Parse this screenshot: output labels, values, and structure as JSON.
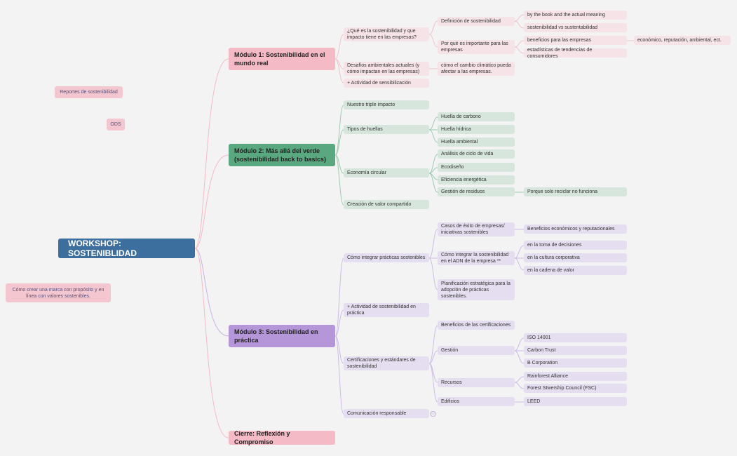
{
  "root": "WORKSHOP: SOSTENIBLIDAD",
  "floating": {
    "reportes": "Reportes de sostenibilidad",
    "ods": "ODS",
    "marca": "Cómo crear una marca con propósito y en línea con valores sostenibles."
  },
  "m1": {
    "title": "Módulo 1: Sostenibilidad en el mundo real",
    "q1": "¿Qué es la sostenibilidad y que impacto tiene en las empresas?",
    "def": "Definición de sostenibilidad",
    "book": "by the book and the actual meaning",
    "vs": "sostenibilidad vs sustentabilidad",
    "porque": "Por qué es importante para las empresas",
    "beneficios": "beneficios para las empresas",
    "eco": "económico, reputación, ambiental, ect.",
    "estad": "estadísticas de tendencias de consumidores",
    "desafios": "Desafíos ambientales actuales (y cómo impactan en las empresas)",
    "cambio": "cómo el cambio climático pueda afectar a las empresas.",
    "actividad": "+ Actividad de sensibilización"
  },
  "m2": {
    "title": "Módulo 2: Más allá del verde (sostenibilidad back to basics)",
    "triple": "Nuestro triple impacto",
    "tipos": "Tipos de huellas",
    "carbono": "Huella de carbono",
    "hidrica": "Huella hídrica",
    "ambiental": "Huella ambiental",
    "economia": "Economía circular",
    "ciclo": "Análisis de ciclo de vida",
    "ecodiseno": "Ecodiseño",
    "eficiencia": "Eficiencia energética",
    "residuos": "Gestión de residuos",
    "reciclar": "Porque solo reciclar no funciona",
    "valor": "Creación de valor compartido"
  },
  "m3": {
    "title": "Módulo 3: Sostenibilidad en práctica",
    "integrar": "Cómo integrar prácticas sostenibles",
    "casos": "Casos de éxito de empresas/ iniciativas sostenibles",
    "beneficios_eco": "Beneficios económicos y reputacionales",
    "adn": "Cómo integrar la sostenibilidad en el ADN de la empresa **",
    "decisiones": "en la toma de decisiones",
    "cultura": "en la cultura corporativa",
    "cadena": "en la cadena de valor",
    "planificacion": "Planificación estratégica para la adopción de prácticas sostenibles.",
    "actividad": "+ Actividad de sostenibilidad en práctica",
    "certificaciones": "Certificaciones y estándares de sostenibilidad",
    "beneficios_cert": "Beneficios de las certificaciones",
    "gestion": "Gestión",
    "iso": "ISO 14001",
    "carbon": "Carbon Trust",
    "bcorp": "B Corporation",
    "recursos": "Recursos",
    "rainforest": "Rainforest Alliance",
    "fsc": "Forest Stwership Council (FSC)",
    "edificios": "Edificios",
    "leed": "LEED",
    "comunicacion": "Comunicación responsable",
    "collapse": "○○"
  },
  "cierre": "Cierre: Reflexión y Compromiso",
  "colors": {
    "root": "#3c6e9e",
    "module1": "#f4bac5",
    "module2": "#5aa880",
    "module3": "#b596d8",
    "cierre": "#f4bac5"
  }
}
